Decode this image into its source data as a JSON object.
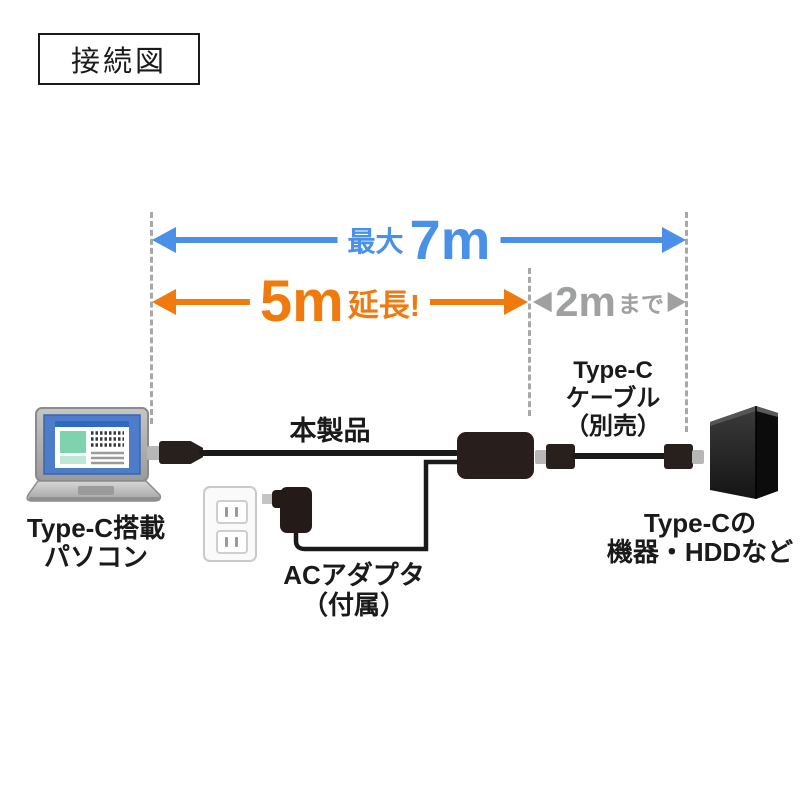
{
  "title": "接続図",
  "arrows": {
    "total": {
      "prefix": "最大",
      "value": "7m",
      "color": "#4a90e8"
    },
    "extension": {
      "value": "5m",
      "suffix": "延長!",
      "color": "#ef7a0d"
    },
    "cable_limit": {
      "value": "2m",
      "suffix": "まで",
      "color": "#9fa0a0"
    }
  },
  "labels": {
    "product": "本製品",
    "pc_line1": "Type-C搭載",
    "pc_line2": "パソコン",
    "adapter_line1": "ACアダプタ",
    "adapter_line2": "（付属）",
    "cable_line1": "Type-C",
    "cable_line2": "ケーブル",
    "cable_line3": "（別売）",
    "device_line1": "Type-Cの",
    "device_line2": "機器・HDDなど"
  },
  "colors": {
    "blue": "#4a90e8",
    "orange": "#ef7a0d",
    "gray": "#9fa0a0",
    "dash": "#a8a8a8",
    "cable_black": "#1a1a1a"
  }
}
